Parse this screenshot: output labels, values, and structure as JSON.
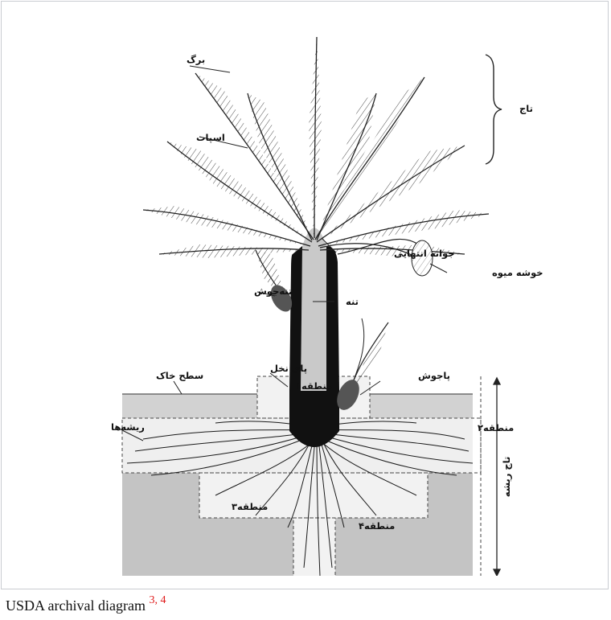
{
  "labels": {
    "leaf": "برگ",
    "crown": "تاج",
    "spathe": "اسپات",
    "terminal_bud": "جوانه انتهایی",
    "fruit_bunch": "خوشه میوه",
    "offshoot_trunk": "تنه‌جوش",
    "trunk": "تنه",
    "palm_base": "پای نخل",
    "soil_surface": "سطح خاک",
    "basal_offshoot": "پاجوش",
    "zone1": "منطقه۱",
    "roots": "ریشه‌ها",
    "zone2": "منطقه۲",
    "root_crown": "تاج ریشه",
    "zone3": "منطقه۳",
    "zone4": "منطقه۴"
  },
  "caption": {
    "text": "USDA archival diagram",
    "refs": "3, 4"
  },
  "colors": {
    "soil_upper": "#d2d2d2",
    "soil_lower": "#c4c4c4",
    "zone_light": "#f2f2f2",
    "trunk_light": "#c9c9c9",
    "trunk_dark": "#111111",
    "ref_link": "#e01b1b"
  }
}
